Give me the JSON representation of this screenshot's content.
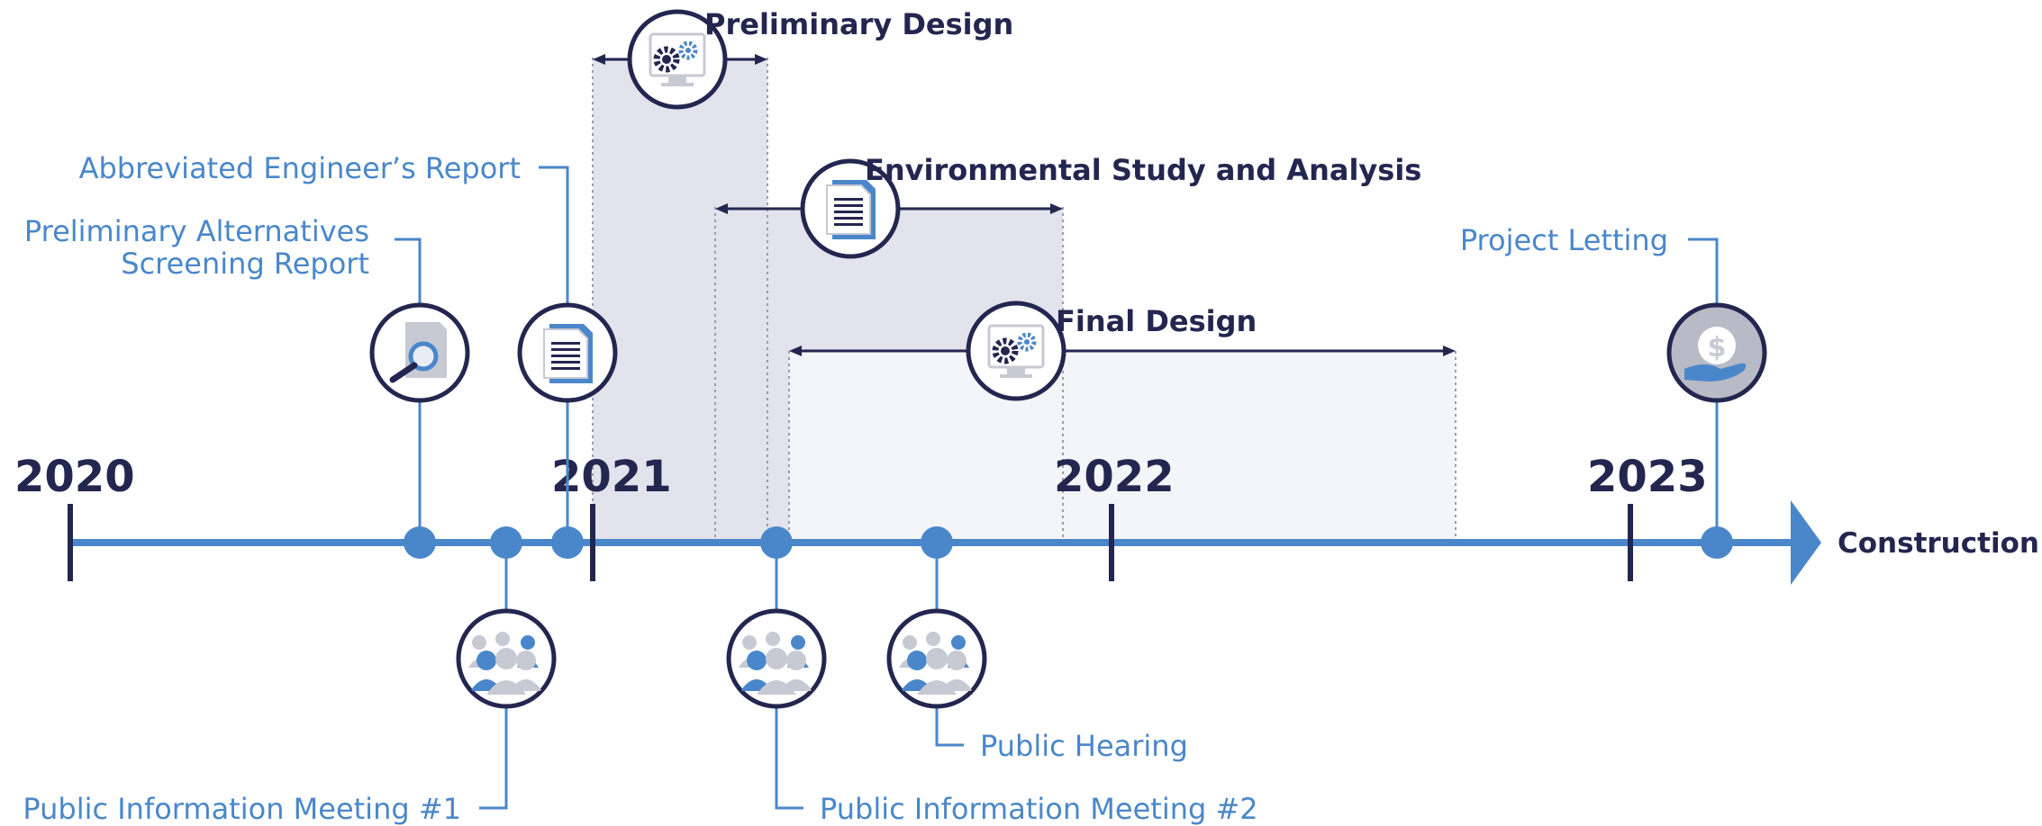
{
  "timeline": {
    "years": [
      "2020",
      "2021",
      "2022",
      "2023"
    ],
    "end_label": "Construction",
    "phases": {
      "preliminary_design": "Preliminary Design",
      "environmental_study": "Environmental Study and Analysis",
      "final_design": "Final Design"
    },
    "milestones": {
      "alternatives_report_line1": "Preliminary Alternatives",
      "alternatives_report_line2": "Screening Report",
      "engineers_report": "Abbreviated Engineer’s Report",
      "project_letting": "Project Letting",
      "public_meeting_1": "Public Information Meeting #1",
      "public_meeting_2": "Public Information Meeting #2",
      "public_hearing": "Public Hearing"
    },
    "icons": {
      "alternatives_report": "magnifier-report-icon",
      "engineers_report": "document-icon",
      "preliminary_design": "gears-monitor-icon",
      "environmental_study": "document-icon",
      "final_design": "gears-monitor-icon",
      "project_letting": "dollar-hand-icon",
      "public_meeting_1": "people-group-icon",
      "public_meeting_2": "people-group-icon",
      "public_hearing": "people-group-icon"
    },
    "colors": {
      "navy": "#23264f",
      "blue": "#4a87ca",
      "gray_band": "#e2e3ec",
      "light_band": "#f4f5f8"
    }
  }
}
